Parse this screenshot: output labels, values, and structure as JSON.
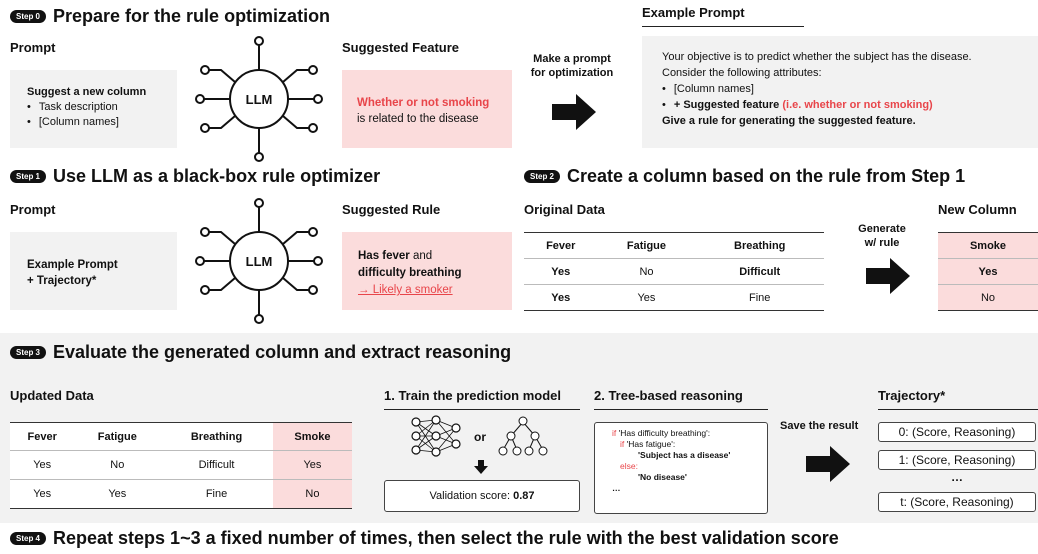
{
  "step0": {
    "pill": "Step 0",
    "title": "Prepare for the rule optimization",
    "prompt_label": "Prompt",
    "prompt_heading": "Suggest a new column",
    "prompt_bullets": [
      "Task description",
      "[Column names]"
    ],
    "llm": "LLM",
    "suggested_label": "Suggested Feature",
    "suggested_red": "Whether or not smoking",
    "suggested_rest": "is related to the disease",
    "make_prompt": "Make a prompt\nfor optimization",
    "example_label": "Example Prompt",
    "example_line1": "Your objective is to predict whether the subject has the disease.",
    "example_line2": "Consider the following attributes:",
    "example_bullet1": "[Column names]",
    "example_bullet2_bold": "+ Suggested feature",
    "example_bullet2_red": "(i.e. whether or not smoking)",
    "example_last": "Give a rule for generating the suggested feature."
  },
  "step1": {
    "pill": "Step 1",
    "title": "Use LLM as a black-box rule optimizer",
    "prompt_label": "Prompt",
    "prompt_line1": "Example Prompt",
    "prompt_line2": "+ Trajectory*",
    "llm": "LLM",
    "rule_label": "Suggested Rule",
    "rule_bold1": "Has fever",
    "rule_and": " and",
    "rule_bold2": "difficulty breathing",
    "rule_link": "→ Likely a smoker"
  },
  "step2": {
    "pill": "Step 2",
    "title": "Create a column based on the rule from Step 1",
    "original_label": "Original Data",
    "headers": [
      "Fever",
      "Fatigue",
      "Breathing"
    ],
    "rows": [
      [
        "Yes",
        "No",
        "Difficult"
      ],
      [
        "Yes",
        "Yes",
        "Fine"
      ]
    ],
    "generate": "Generate\nw/ rule",
    "new_label": "New Column",
    "new_header": "Smoke",
    "new_values": [
      "Yes",
      "No"
    ]
  },
  "step3": {
    "pill": "Step 3",
    "title": "Evaluate the generated column and extract reasoning",
    "updated_label": "Updated Data",
    "headers": [
      "Fever",
      "Fatigue",
      "Breathing",
      "Smoke"
    ],
    "rows": [
      [
        "Yes",
        "No",
        "Difficult",
        "Yes"
      ],
      [
        "Yes",
        "Yes",
        "Fine",
        "No"
      ]
    ],
    "train_label": "1. Train the prediction model",
    "or": "or",
    "validation_prefix": "Validation score: ",
    "validation_value": "0.87",
    "tree_label": "2. Tree-based reasoning",
    "code": {
      "if1": "if",
      "cond1": " 'Has difficulty breathing':",
      "if2": "if",
      "cond2": " 'Has fatigue':",
      "res1": "'Subject has a disease'",
      "else": "else:",
      "res2": "'No disease'",
      "ellipsis": "…"
    },
    "save": "Save the result",
    "traj_label": "Trajectory*",
    "traj_items": [
      "0: (Score, Reasoning)",
      "1: (Score, Reasoning)",
      "t: (Score, Reasoning)"
    ],
    "traj_dots": "…"
  },
  "step4": {
    "pill": "Step 4",
    "title": "Repeat steps 1~3 a fixed number of times, then select the rule with the best validation score"
  }
}
